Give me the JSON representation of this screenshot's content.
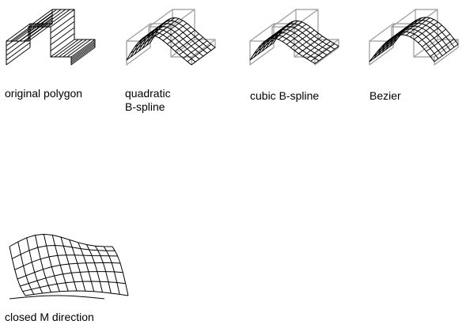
{
  "figures": [
    {
      "id": "original",
      "caption_lines": [
        "original polygon"
      ]
    },
    {
      "id": "quadratic",
      "caption_lines": [
        "quadratic",
        "B-spline"
      ]
    },
    {
      "id": "cubic",
      "caption_lines": [
        "cubic B-spline"
      ]
    },
    {
      "id": "bezier",
      "caption_lines": [
        "Bezier"
      ]
    },
    {
      "id": "closed",
      "caption_lines": [
        "closed M direction"
      ]
    }
  ],
  "colors": {
    "mesh": "#000000",
    "control_frame": "#9a9a9a",
    "background": "#ffffff"
  }
}
